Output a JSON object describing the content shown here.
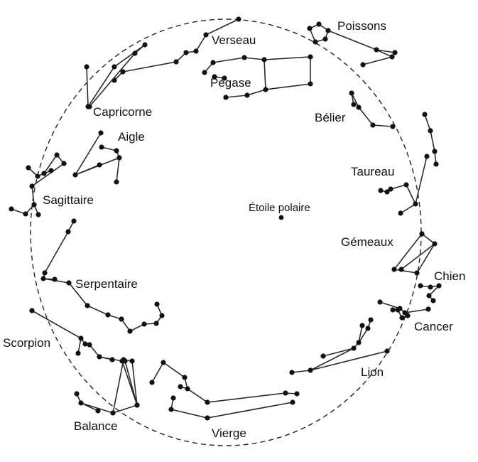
{
  "diagram": {
    "pole_label": "Étoile polaire",
    "constellations": [
      {
        "key": "verseau",
        "label": "Verseau"
      },
      {
        "key": "poissons",
        "label": "Poissons"
      },
      {
        "key": "pegase",
        "label": "Pégase"
      },
      {
        "key": "capricorne",
        "label": "Capricorne"
      },
      {
        "key": "belier",
        "label": "Bélier"
      },
      {
        "key": "aigle",
        "label": "Aigle"
      },
      {
        "key": "taureau",
        "label": "Taureau"
      },
      {
        "key": "sagittaire",
        "label": "Sagittaire"
      },
      {
        "key": "gemeaux",
        "label": "Gémeaux"
      },
      {
        "key": "chien",
        "label": "Chien"
      },
      {
        "key": "serpentaire",
        "label": "Serpentaire"
      },
      {
        "key": "cancer",
        "label": "Cancer"
      },
      {
        "key": "scorpion",
        "label": "Scorpion"
      },
      {
        "key": "lion",
        "label": "Lion"
      },
      {
        "key": "balance",
        "label": "Balance"
      },
      {
        "key": "vierge",
        "label": "Vierge"
      }
    ]
  }
}
